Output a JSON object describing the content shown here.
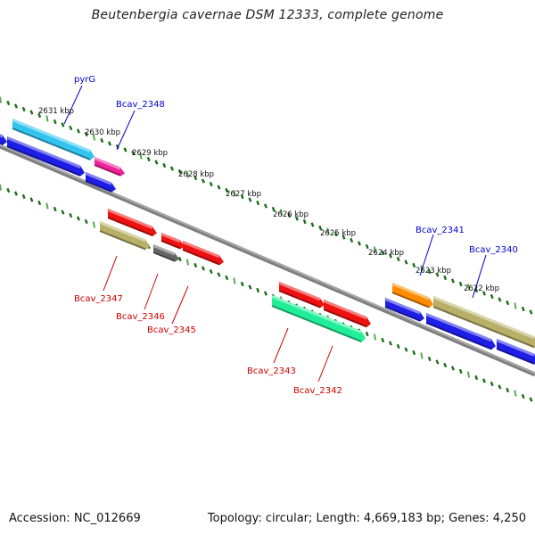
{
  "title": "Beutenbergia cavernae DSM 12333, complete genome",
  "accession_text": "Accession: NC_012669",
  "summary_text": "Topology: circular; Length: 4,669,183 bp; Genes: 4,250",
  "colors": {
    "tick_dark": "#1a6b1a",
    "tick_light": "#55aa55",
    "backbone": "#808080",
    "label_top": "#0000cc",
    "label_bottom": "#cc0000",
    "kbp_label": "#111111"
  },
  "kbp_labels": [
    "2631 kbp",
    "2630 kbp",
    "2629 kbp",
    "2628 kbp",
    "2627 kbp",
    "2626 kbp",
    "2625 kbp",
    "2624 kbp",
    "2623 kbp",
    "2622 kbp"
  ],
  "genes": [
    {
      "name": "gene-blue-a",
      "color": "#1e1ee6"
    },
    {
      "name": "gene-blue-b",
      "color": "#1e1ee6"
    },
    {
      "name": "gene-blue-c",
      "color": "#1e1ee6"
    },
    {
      "name": "gene-blue-d",
      "color": "#1e1ee6"
    },
    {
      "name": "gene-blue-e",
      "color": "#1e1ee6"
    },
    {
      "name": "gene-blue-f",
      "color": "#1e1ee6"
    },
    {
      "name": "gene-cyan-pyrG",
      "color": "#33c4ee"
    },
    {
      "name": "gene-pink-bcav2348",
      "color": "#ee2299"
    },
    {
      "name": "gene-orange-bcav2341",
      "color": "#ff8c00"
    },
    {
      "name": "gene-khaki-bcav2340",
      "color": "#b8b068"
    },
    {
      "name": "gene-red-a",
      "color": "#ee1111"
    },
    {
      "name": "gene-red-b",
      "color": "#ee1111"
    },
    {
      "name": "gene-red-c",
      "color": "#ee1111"
    },
    {
      "name": "gene-red-d",
      "color": "#ee1111"
    },
    {
      "name": "gene-red-e",
      "color": "#ee1111"
    },
    {
      "name": "gene-khaki-bcav2347",
      "color": "#b8b068"
    },
    {
      "name": "gene-gray-bcav2346",
      "color": "#666666"
    },
    {
      "name": "gene-green-bcav2343",
      "color": "#22ee99"
    }
  ],
  "gene_labels": [
    {
      "text": "pyrG",
      "strand": "top"
    },
    {
      "text": "Bcav_2348",
      "strand": "top"
    },
    {
      "text": "Bcav_2341",
      "strand": "top"
    },
    {
      "text": "Bcav_2340",
      "strand": "top"
    },
    {
      "text": "Bcav_2347",
      "strand": "bottom"
    },
    {
      "text": "Bcav_2346",
      "strand": "bottom"
    },
    {
      "text": "Bcav_2345",
      "strand": "bottom"
    },
    {
      "text": "Bcav_2343",
      "strand": "bottom"
    },
    {
      "text": "Bcav_2342",
      "strand": "bottom"
    }
  ]
}
